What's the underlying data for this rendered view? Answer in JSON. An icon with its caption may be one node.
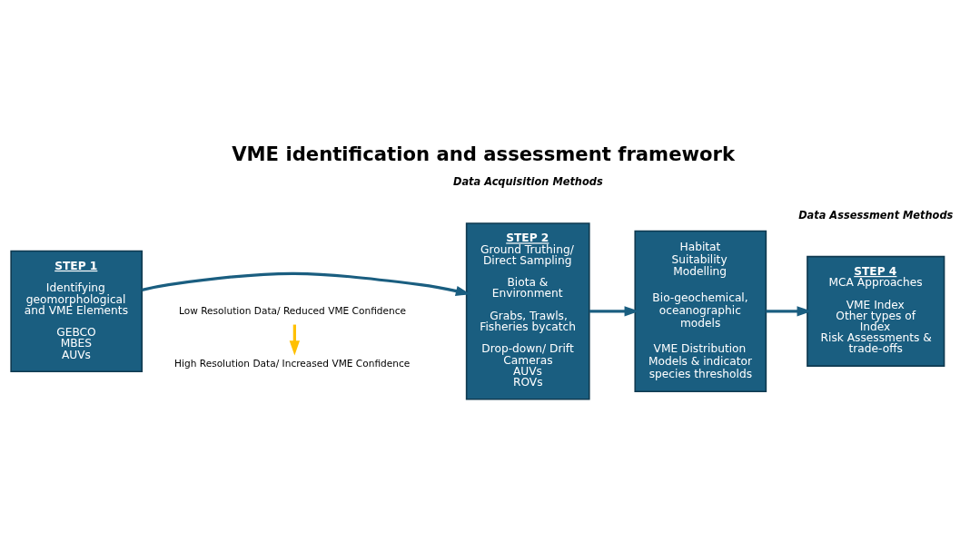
{
  "diagram": {
    "title": "VME identification and assessment framework",
    "nodes": [
      {
        "text": [
          "STEP 1",
          "Identifying geomorphological and VME Elements",
          "GEBCO",
          "MBES",
          "AUVs"
        ]
      },
      {
        "text": [
          "STEP 2",
          "Ground Truthing/ Direct Sampling",
          "Biota & Environment",
          "Grabs, Trawls, Fisheries bycatch",
          "Drop-down/ Drift Cameras",
          "AUVs",
          "ROVs"
        ]
      },
      {
        "text": [
          "Habitat Suitability Modelling",
          "Bio-geochemical, oceanographic models",
          "VME Distribution Models & indicator species thresholds"
        ]
      },
      {
        "text": [
          "STEP 4",
          "MCA Approaches",
          "VME Index",
          "Other types of Index",
          "Risk Assessments & trade-offs"
        ]
      },
      {
        "text": [
          "Low Resolution Data/ Reduced VME Confidence"
        ]
      },
      {
        "text": [
          "High Resolution Data/ Increased VME Confidence"
        ]
      }
    ],
    "edges": [
      {
        "from": 0,
        "to": 1,
        "arrow": "to"
      },
      {
        "from": 1,
        "to": 2,
        "arrow": "to"
      },
      {
        "from": 2,
        "to": 3,
        "arrow": "to"
      },
      {
        "from": 4,
        "to": 5,
        "arrow": "to",
        "color": "#ffc000"
      }
    ],
    "labels": [
      "Data Acquisition Methods",
      "Data Assessment Methods"
    ]
  }
}
